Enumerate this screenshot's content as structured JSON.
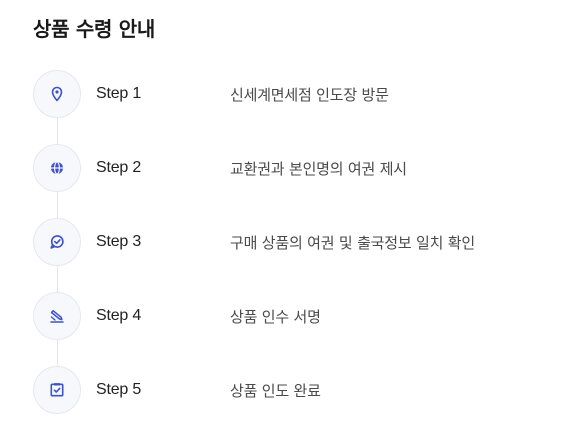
{
  "page": {
    "title": "상품 수령 안내"
  },
  "colors": {
    "icon_accent": "#3d52c9",
    "circle_bg": "#f7f8fc",
    "connector": "#e4e6ee"
  },
  "steps": [
    {
      "label": "Step 1",
      "description": "신세계면세점 인도장 방문",
      "icon": "location-pin-icon"
    },
    {
      "label": "Step 2",
      "description": "교환권과 본인명의 여권 제시",
      "icon": "globe-icon"
    },
    {
      "label": "Step 3",
      "description": "구매 상품의 여권 및 출국정보 일치 확인",
      "icon": "check-badge-icon"
    },
    {
      "label": "Step 4",
      "description": "상품 인수 서명",
      "icon": "signature-pen-icon"
    },
    {
      "label": "Step 5",
      "description": "상품 인도 완료",
      "icon": "checkbox-icon"
    }
  ]
}
